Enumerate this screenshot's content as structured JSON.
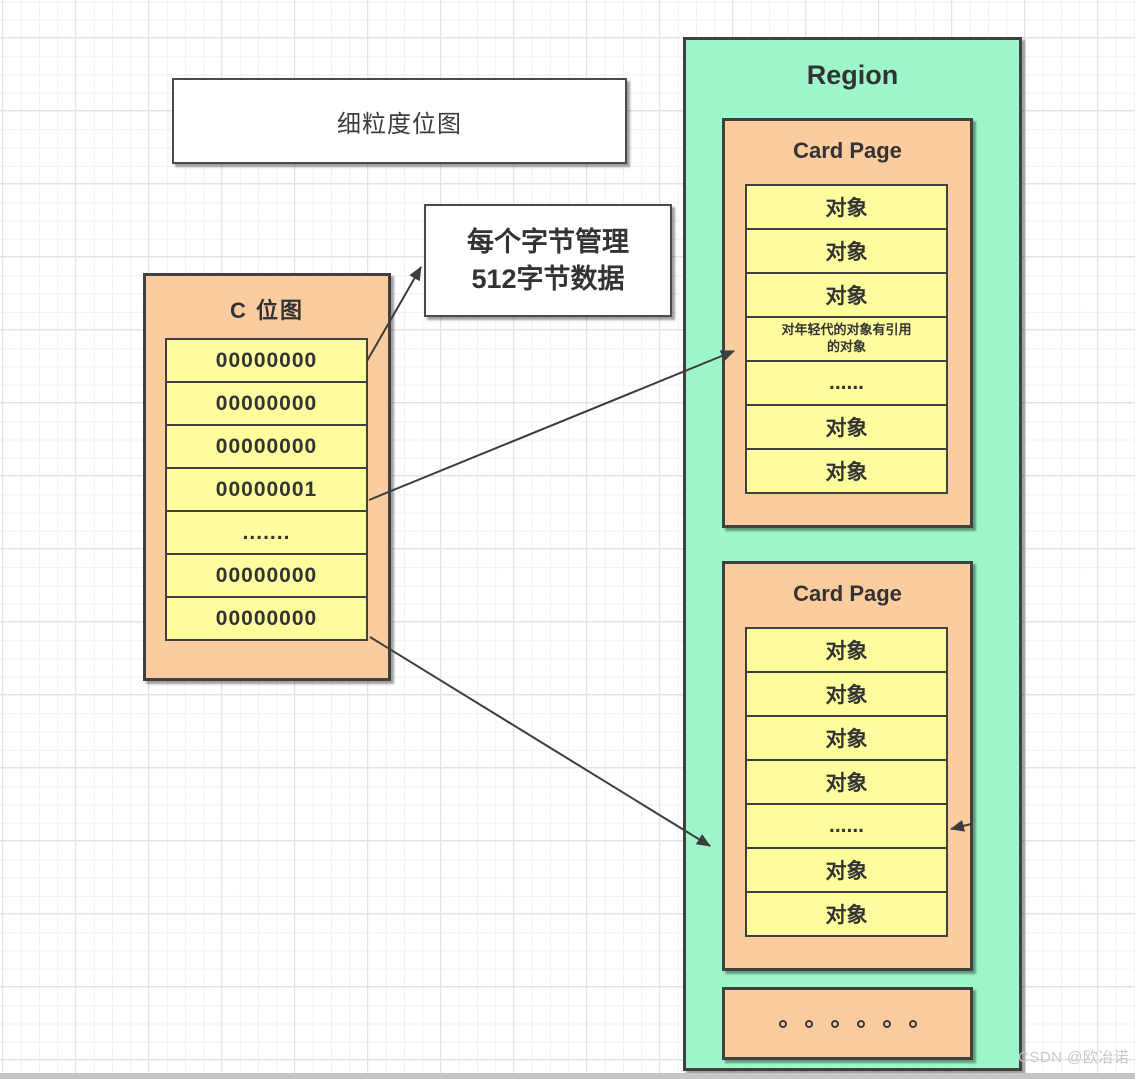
{
  "diagram": {
    "title_box": {
      "label": "细粒度位图"
    },
    "callout": {
      "text": "每个字节管理\n512字节数据"
    },
    "bitmap": {
      "title": "C 位图",
      "rows": [
        "00000000",
        "00000000",
        "00000000",
        "00000001",
        ".......",
        "00000000",
        "00000000"
      ]
    },
    "region": {
      "title": "Region",
      "card_page_1": {
        "title": "Card Page",
        "rows": [
          "对象",
          "对象",
          "对象",
          "对年轻代的对象有引用\n的对象",
          "......",
          "对象",
          "对象"
        ]
      },
      "card_page_2": {
        "title": "Card Page",
        "rows": [
          "对象",
          "对象",
          "对象",
          "对象",
          "......",
          "对象",
          "对象"
        ]
      },
      "more_pages_dots": 6
    },
    "watermark": "CSDN @欧冶诺",
    "colors": {
      "region_green": "#9df7cb",
      "card_orange": "#fbcc9e",
      "cell_yellow": "#fdfd9e",
      "border_dark": "#404040",
      "arrow": "#3d3d3d"
    }
  }
}
